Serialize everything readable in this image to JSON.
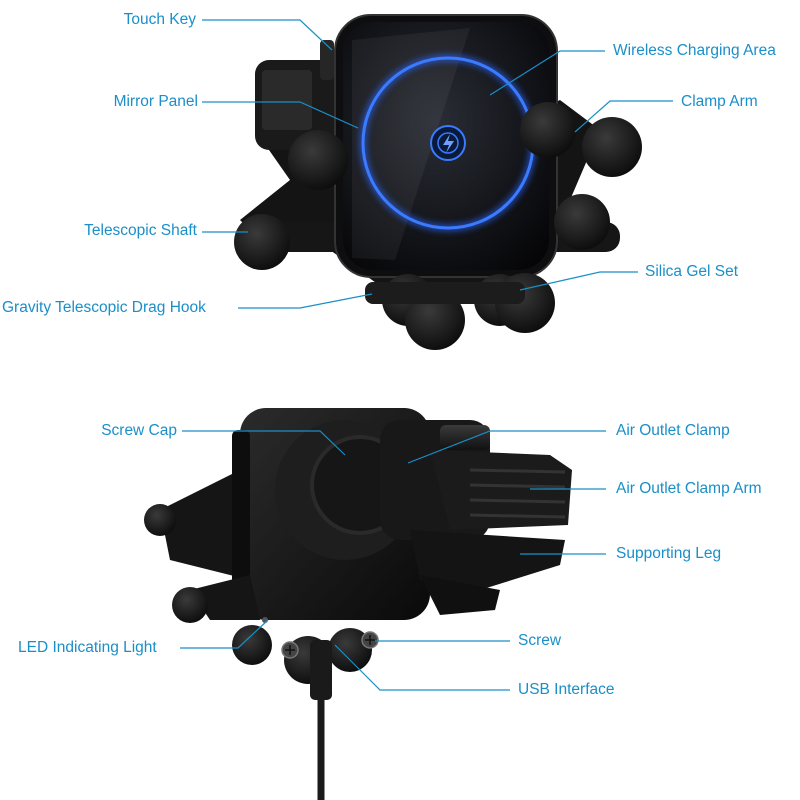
{
  "colors": {
    "label": "#1a8fc8",
    "leader": "#1a8fc8",
    "device_body": "#111111",
    "glow_ring": "#2a66ff",
    "background": "#ffffff"
  },
  "top_view": {
    "labels": {
      "touch_key": "Touch Key",
      "mirror_panel": "Mirror Panel",
      "telescopic_shaft": "Telescopic Shaft",
      "gravity_telescopic_drag_hook": "Gravity Telescopic Drag Hook",
      "wireless_charging_area": "Wireless Charging Area",
      "clamp_arm": "Clamp Arm",
      "silica_gel_set": "Silica Gel Set"
    },
    "center_icon": "charging-bolt-icon"
  },
  "bottom_view": {
    "labels": {
      "screw_cap": "Screw Cap",
      "led_indicating_light": "LED Indicating Light",
      "air_outlet_clamp": "Air Outlet Clamp",
      "air_outlet_clamp_arm": "Air Outlet Clamp Arm",
      "supporting_leg": "Supporting Leg",
      "screw": "Screw",
      "usb_interface": "USB Interface"
    }
  }
}
